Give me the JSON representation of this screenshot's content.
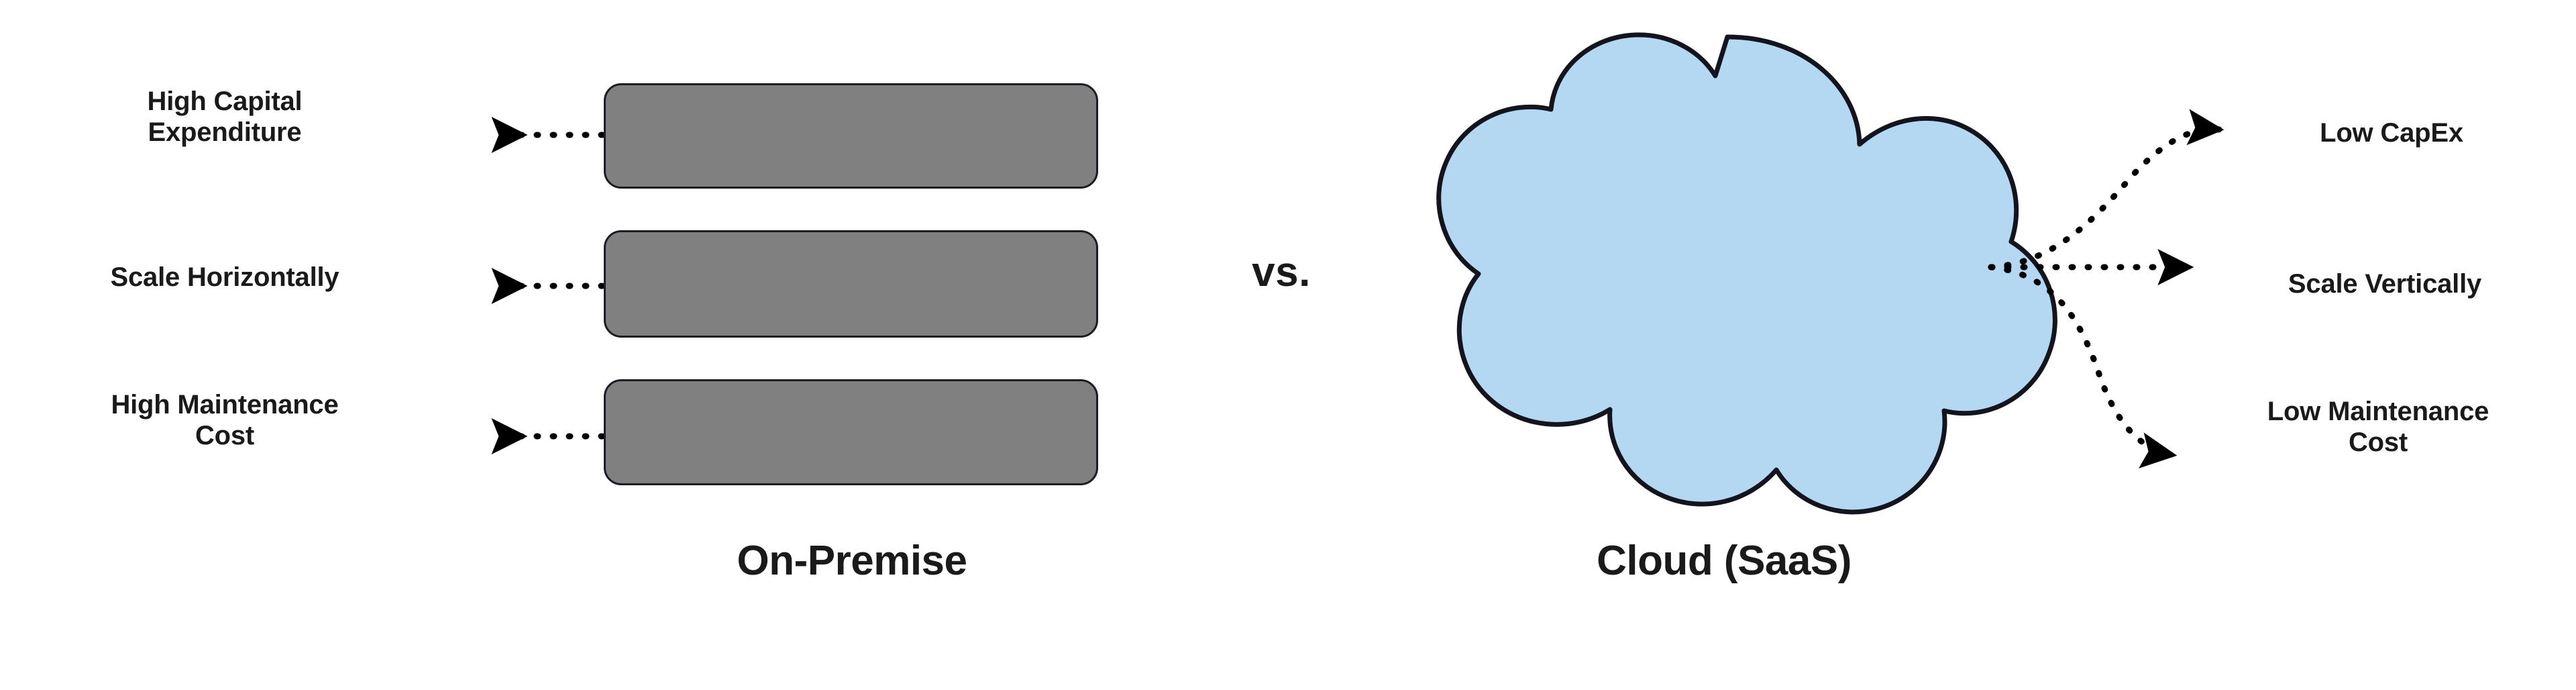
{
  "diagram": {
    "title_onpremise": "On-Premise",
    "title_cloud": "Cloud (SaaS)",
    "comparator": "vs.",
    "colors": {
      "server_fill": "#808080",
      "server_stroke": "#1c1c24",
      "cloud_fill": "#b5d8f2",
      "cloud_stroke": "#14141e",
      "text": "#1a1a1a",
      "background": "#ffffff",
      "connector": "#000000"
    },
    "left": {
      "caption": "On-Premise",
      "shape": "stacked-server-boxes",
      "box_count": 3,
      "attributes": [
        {
          "id": "high-capital-expenditure",
          "label": "High Capital\nExpenditure",
          "connector": "dotted-arrow-left"
        },
        {
          "id": "scale-horizontally",
          "label": "Scale Horizontally",
          "connector": "dotted-arrow-left"
        },
        {
          "id": "high-maintenance-cost",
          "label": "High Maintenance\nCost",
          "connector": "dotted-arrow-left"
        }
      ]
    },
    "right": {
      "caption": "Cloud (SaaS)",
      "shape": "cloud",
      "attributes": [
        {
          "id": "low-capex",
          "label": "Low CapEx",
          "connector": "dotted-curved-arrow-up-right"
        },
        {
          "id": "scale-vertically",
          "label": "Scale Vertically",
          "connector": "dotted-arrow-right"
        },
        {
          "id": "low-maintenance-cost",
          "label": "Low Maintenance\nCost",
          "connector": "dotted-curved-arrow-down-right"
        }
      ]
    }
  }
}
